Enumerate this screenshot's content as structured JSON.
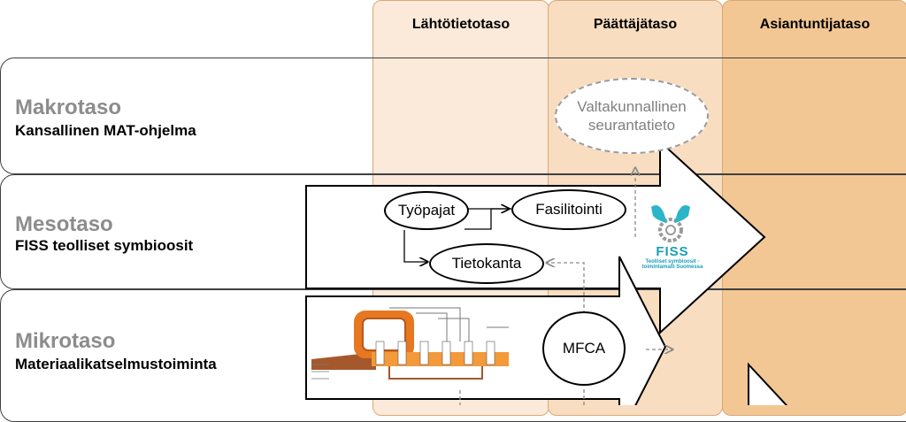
{
  "columns": [
    {
      "label": "Lähtötietotaso"
    },
    {
      "label": "Päättäjätaso"
    },
    {
      "label": "Asiantuntijataso"
    }
  ],
  "levels": [
    {
      "title": "Makrotaso",
      "subtitle": "Kansallinen MAT-ohjelma"
    },
    {
      "title": "Mesotaso",
      "subtitle": "FISS teolliset symbioosit"
    },
    {
      "title": "Mikrotaso",
      "subtitle": "Materiaalikatselmustoiminta"
    }
  ],
  "nodes": {
    "national": {
      "line1": "Valtakunnallinen",
      "line2": "seurantatieto"
    },
    "tyopajat": "Työpajat",
    "fasilitointi": "Fasilitointi",
    "tietokanta": "Tietokanta",
    "mfca": "MFCA"
  },
  "fiss_logo": {
    "name": "FISS",
    "tagline1": "Teolliset symbioosit -",
    "tagline2": "toimintamalli Suomessa"
  },
  "colors": {
    "col1": "#fbe9d9",
    "col2": "#f8ddc0",
    "col3": "#f3c794",
    "accent": "#e87722",
    "fiss": "#1a9fb5"
  }
}
